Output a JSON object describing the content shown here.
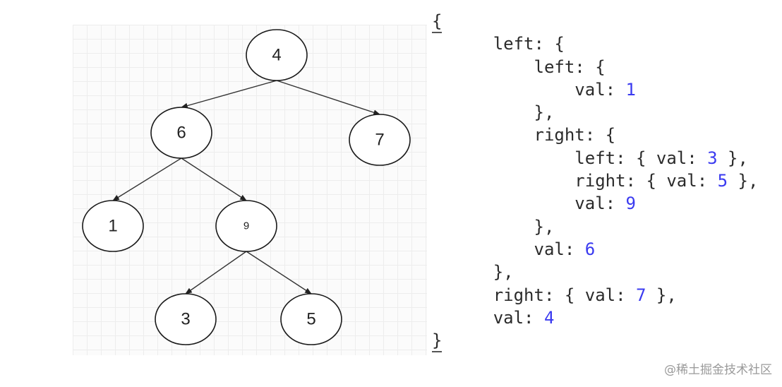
{
  "tree": {
    "nodes": [
      {
        "id": "n4",
        "label": "4"
      },
      {
        "id": "n6",
        "label": "6"
      },
      {
        "id": "n7",
        "label": "7"
      },
      {
        "id": "n1",
        "label": "1"
      },
      {
        "id": "n9",
        "label": "9"
      },
      {
        "id": "n3",
        "label": "3"
      },
      {
        "id": "n5",
        "label": "5"
      }
    ],
    "edges": [
      {
        "from": "n4",
        "to": "n6"
      },
      {
        "from": "n4",
        "to": "n7"
      },
      {
        "from": "n6",
        "to": "n1"
      },
      {
        "from": "n6",
        "to": "n9"
      },
      {
        "from": "n9",
        "to": "n3"
      },
      {
        "from": "n9",
        "to": "n5"
      }
    ]
  },
  "code": {
    "lines": [
      {
        "indent": 0,
        "text": "{",
        "num": null,
        "after": ""
      },
      {
        "indent": 1,
        "text": "left: {",
        "num": null,
        "after": ""
      },
      {
        "indent": 2,
        "text": "left: {",
        "num": null,
        "after": ""
      },
      {
        "indent": 3,
        "text": "val: ",
        "num": "1",
        "after": ""
      },
      {
        "indent": 2,
        "text": "},",
        "num": null,
        "after": ""
      },
      {
        "indent": 2,
        "text": "right: {",
        "num": null,
        "after": ""
      },
      {
        "indent": 3,
        "text": "left: { val: ",
        "num": "3",
        "after": " },"
      },
      {
        "indent": 3,
        "text": "right: { val: ",
        "num": "5",
        "after": " },"
      },
      {
        "indent": 3,
        "text": "val: ",
        "num": "9",
        "after": ""
      },
      {
        "indent": 2,
        "text": "},",
        "num": null,
        "after": ""
      },
      {
        "indent": 2,
        "text": "val: ",
        "num": "6",
        "after": ""
      },
      {
        "indent": 1,
        "text": "},",
        "num": null,
        "after": ""
      },
      {
        "indent": 1,
        "text": "right: { val: ",
        "num": "7",
        "after": " },"
      },
      {
        "indent": 1,
        "text": "val: ",
        "num": "4",
        "after": ""
      },
      {
        "indent": 0,
        "text": "}",
        "num": null,
        "after": ""
      }
    ]
  },
  "watermark": "@稀土掘金技术社区",
  "colors": {
    "number": "#3a3af0",
    "grid": "#ededed"
  }
}
